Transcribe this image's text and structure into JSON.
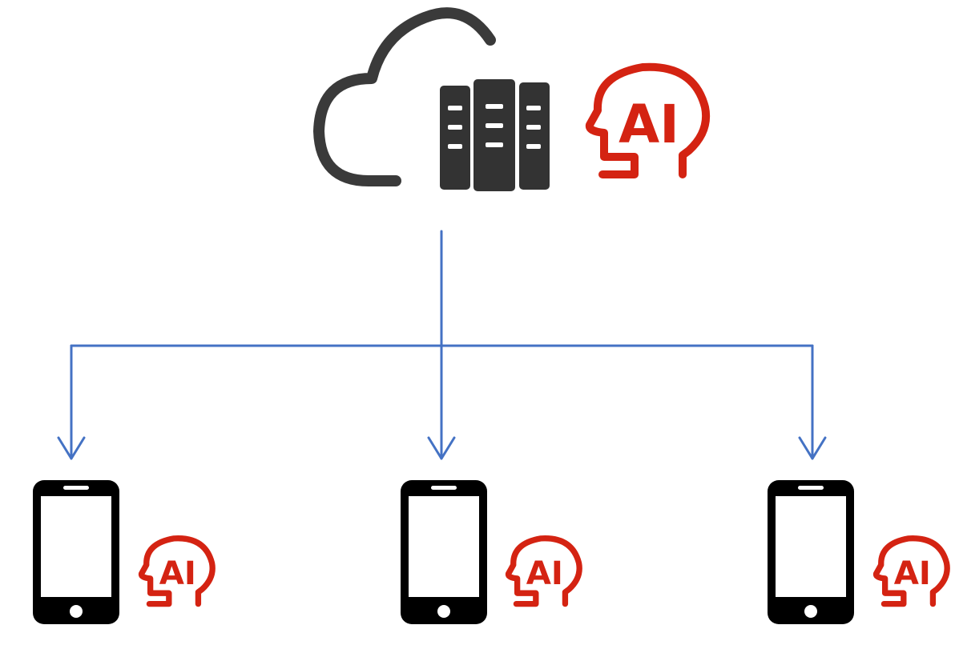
{
  "colors": {
    "cloud": "#3a3a3a",
    "server": "#333333",
    "ai_head": "#d42312",
    "arrows": "#4472c4",
    "phone": "#000000",
    "background": "#ffffff"
  },
  "icons": {
    "cloud": "cloud-icon",
    "server": "server-rack-icon",
    "ai_head": "ai-head-icon",
    "phone": "smartphone-icon",
    "arrow": "arrow-down-icon"
  },
  "cloud_node": {
    "ai_label": "AI"
  },
  "devices": [
    {
      "ai_label": "AI"
    },
    {
      "ai_label": "AI"
    },
    {
      "ai_label": "AI"
    }
  ]
}
